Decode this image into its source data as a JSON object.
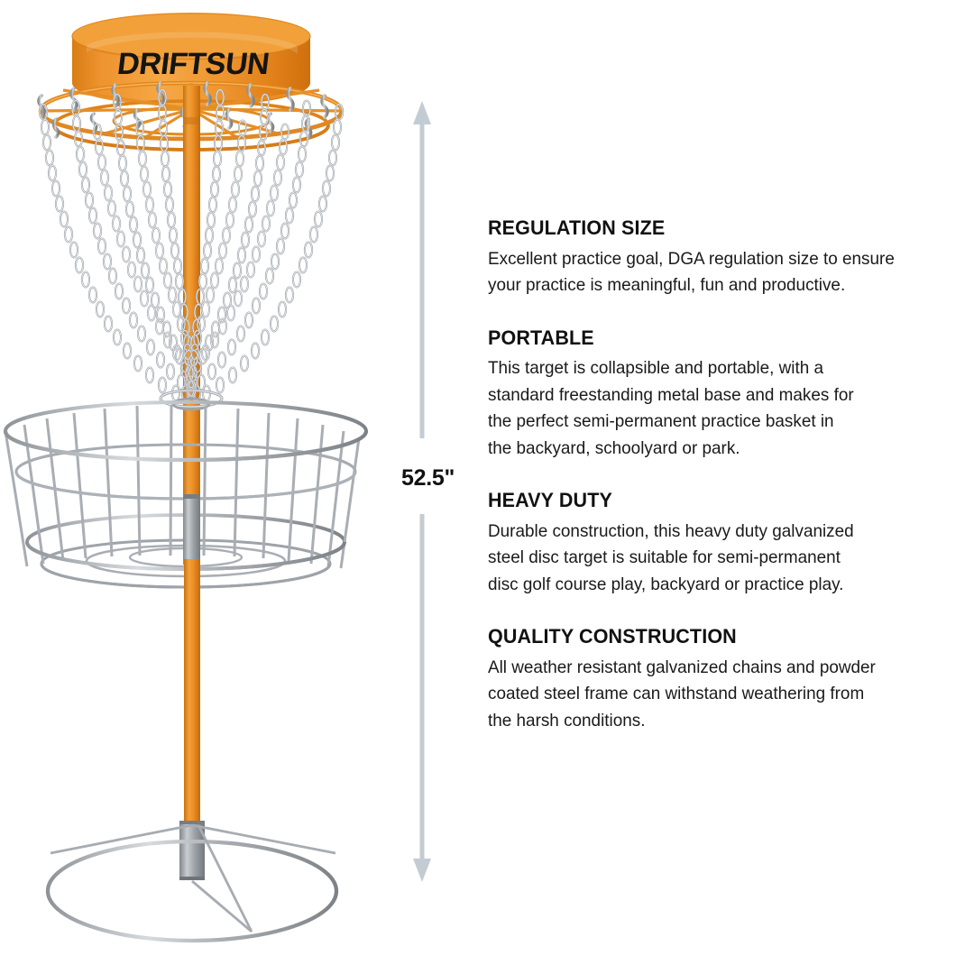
{
  "product": {
    "brand": "DRIFTSUN",
    "type": "disc golf basket target",
    "colors": {
      "brand_orange": "#ED8F27",
      "orange_light": "#F5A93F",
      "orange_dark": "#C87115",
      "steel": "#B9BDC2",
      "steel_light": "#E2E5E8",
      "steel_dark": "#8C9197",
      "arrow_gray": "#C3CCD3",
      "text": "#111111"
    }
  },
  "dimension": {
    "label": "52.5\"",
    "arrow_name": "height-dimension-arrow"
  },
  "features": [
    {
      "title": "REGULATION SIZE",
      "body": "Excellent practice goal, DGA regulation size to ensure\nyour practice is meaningful, fun and productive."
    },
    {
      "title": "PORTABLE",
      "body": "This target is collapsible and portable, with a\nstandard freestanding metal base and makes for\nthe perfect semi-permanent practice basket in\nthe backyard, schoolyard or park."
    },
    {
      "title": "HEAVY DUTY",
      "body": "Durable construction, this heavy duty galvanized\nsteel disc target is suitable for semi-permanent\ndisc golf course play, backyard or practice play."
    },
    {
      "title": "QUALITY CONSTRUCTION",
      "body": "All weather resistant galvanized chains and powder\ncoated steel frame can withstand weathering from\nthe harsh conditions."
    }
  ]
}
